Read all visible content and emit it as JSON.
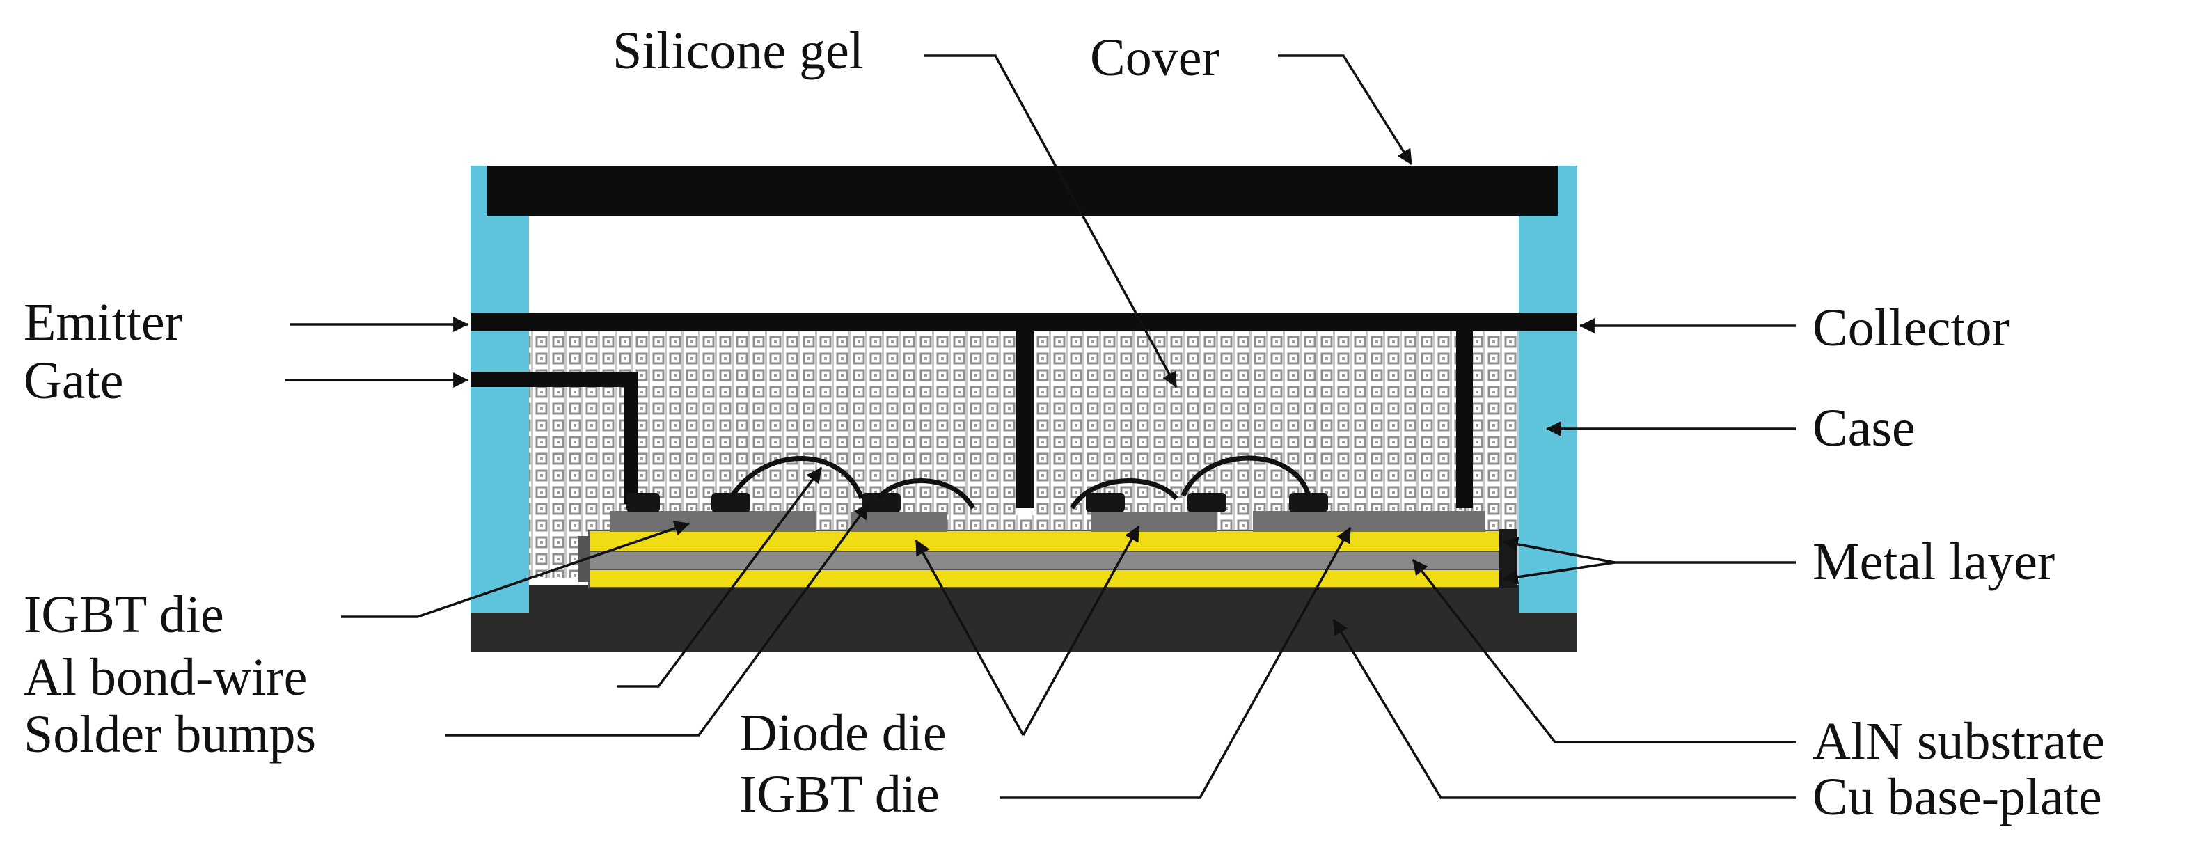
{
  "labels": {
    "silicone_gel": "Silicone gel",
    "cover": "Cover",
    "emitter": "Emitter",
    "gate": "Gate",
    "collector": "Collector",
    "case": "Case",
    "metal_layer": "Metal layer",
    "igbt_die_left": "IGBT die",
    "al_bond_wire": "Al bond-wire",
    "solder_bumps": "Solder bumps",
    "diode_die": "Diode die",
    "igbt_die_bottom": "IGBT die",
    "aln_substrate": "AlN substrate",
    "cu_base_plate": "Cu base-plate"
  },
  "colors": {
    "case": "#5ec4dc",
    "cover": "#0d0d0d",
    "base_plate": "#2b2b2b",
    "metal_layer": "#f0dc14",
    "substrate": "#8a8a8a",
    "die": "#707070",
    "gel_pattern": "#b4b4b4"
  }
}
